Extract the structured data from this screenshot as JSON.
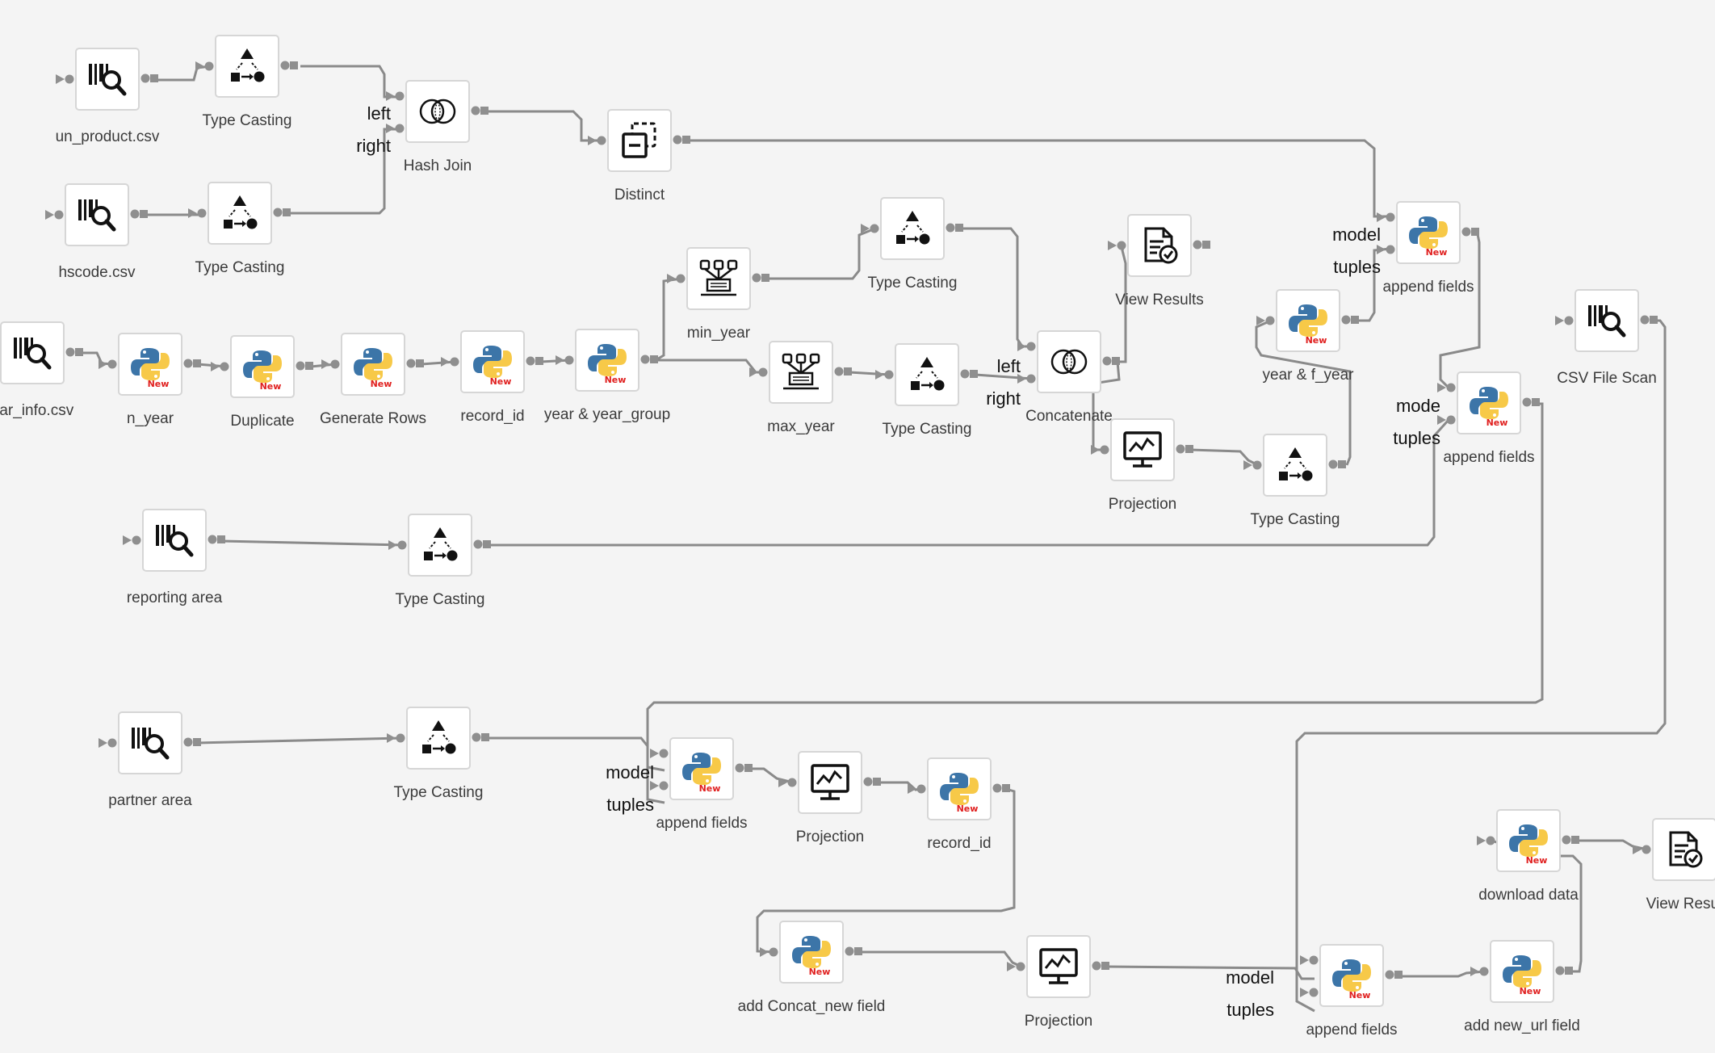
{
  "workflow": {
    "operators": [
      {
        "id": "op1",
        "kind": "scan",
        "label": "un_product.csv"
      },
      {
        "id": "op2",
        "kind": "cast",
        "label": "Type Casting"
      },
      {
        "id": "op3",
        "kind": "scan",
        "label": "hscode.csv"
      },
      {
        "id": "op4",
        "kind": "cast",
        "label": "Type Casting"
      },
      {
        "id": "op5",
        "kind": "join",
        "label": "Hash Join"
      },
      {
        "id": "op6",
        "kind": "distinct",
        "label": "Distinct"
      },
      {
        "id": "op7",
        "kind": "scan",
        "label": "ear_info.csv"
      },
      {
        "id": "op8",
        "kind": "python",
        "label": "n_year"
      },
      {
        "id": "op9",
        "kind": "python",
        "label": "Duplicate"
      },
      {
        "id": "op10",
        "kind": "python",
        "label": "Generate Rows"
      },
      {
        "id": "op11",
        "kind": "python",
        "label": "record_id"
      },
      {
        "id": "op12",
        "kind": "python",
        "label": "year & year_group"
      },
      {
        "id": "op13",
        "kind": "aggregate",
        "label": "min_year"
      },
      {
        "id": "op14",
        "kind": "aggregate",
        "label": "max_year"
      },
      {
        "id": "op15",
        "kind": "cast",
        "label": "Type Casting"
      },
      {
        "id": "op16",
        "kind": "cast",
        "label": "Type Casting"
      },
      {
        "id": "op17",
        "kind": "join",
        "label": "Concatenate"
      },
      {
        "id": "op18",
        "kind": "results",
        "label": "View Results"
      },
      {
        "id": "op19",
        "kind": "projection",
        "label": "Projection"
      },
      {
        "id": "op20",
        "kind": "cast",
        "label": "Type Casting"
      },
      {
        "id": "op21",
        "kind": "python",
        "label": "year & f_year"
      },
      {
        "id": "op22",
        "kind": "python",
        "label": "append fields"
      },
      {
        "id": "op23",
        "kind": "python",
        "label": "append fields"
      },
      {
        "id": "op24",
        "kind": "scan",
        "label": "CSV File Scan"
      },
      {
        "id": "op25",
        "kind": "scan",
        "label": "reporting area"
      },
      {
        "id": "op26",
        "kind": "cast",
        "label": "Type Casting"
      },
      {
        "id": "op27",
        "kind": "scan",
        "label": "partner area"
      },
      {
        "id": "op28",
        "kind": "cast",
        "label": "Type Casting"
      },
      {
        "id": "op29",
        "kind": "python",
        "label": "append fields"
      },
      {
        "id": "op30",
        "kind": "projection",
        "label": "Projection"
      },
      {
        "id": "op31",
        "kind": "python",
        "label": "record_id"
      },
      {
        "id": "op32",
        "kind": "python",
        "label": "add Concat_new field"
      },
      {
        "id": "op33",
        "kind": "projection",
        "label": "Projection"
      },
      {
        "id": "op34",
        "kind": "python",
        "label": "append fields"
      },
      {
        "id": "op35",
        "kind": "python",
        "label": "add new_url field"
      },
      {
        "id": "op36",
        "kind": "python",
        "label": "download data"
      },
      {
        "id": "op37",
        "kind": "results",
        "label": "View Resul"
      }
    ],
    "port_labels": [
      {
        "id": "pl1",
        "text": "left"
      },
      {
        "id": "pl2",
        "text": "right"
      },
      {
        "id": "pl3",
        "text": "left"
      },
      {
        "id": "pl4",
        "text": "right"
      },
      {
        "id": "pl5",
        "text": "model"
      },
      {
        "id": "pl6",
        "text": "tuples"
      },
      {
        "id": "pl7",
        "text": "mode"
      },
      {
        "id": "pl8",
        "text": "tuples"
      },
      {
        "id": "pl9",
        "text": "model"
      },
      {
        "id": "pl10",
        "text": "tuples"
      },
      {
        "id": "pl11",
        "text": "model"
      },
      {
        "id": "pl12",
        "text": "tuples"
      }
    ],
    "python_badge": "New",
    "colors": {
      "canvas_bg": "#f4f4f4",
      "link": "#8a8a8a",
      "python_blue": "#3c75a8",
      "python_yellow": "#f7c948",
      "badge_red": "#e0201f"
    }
  }
}
